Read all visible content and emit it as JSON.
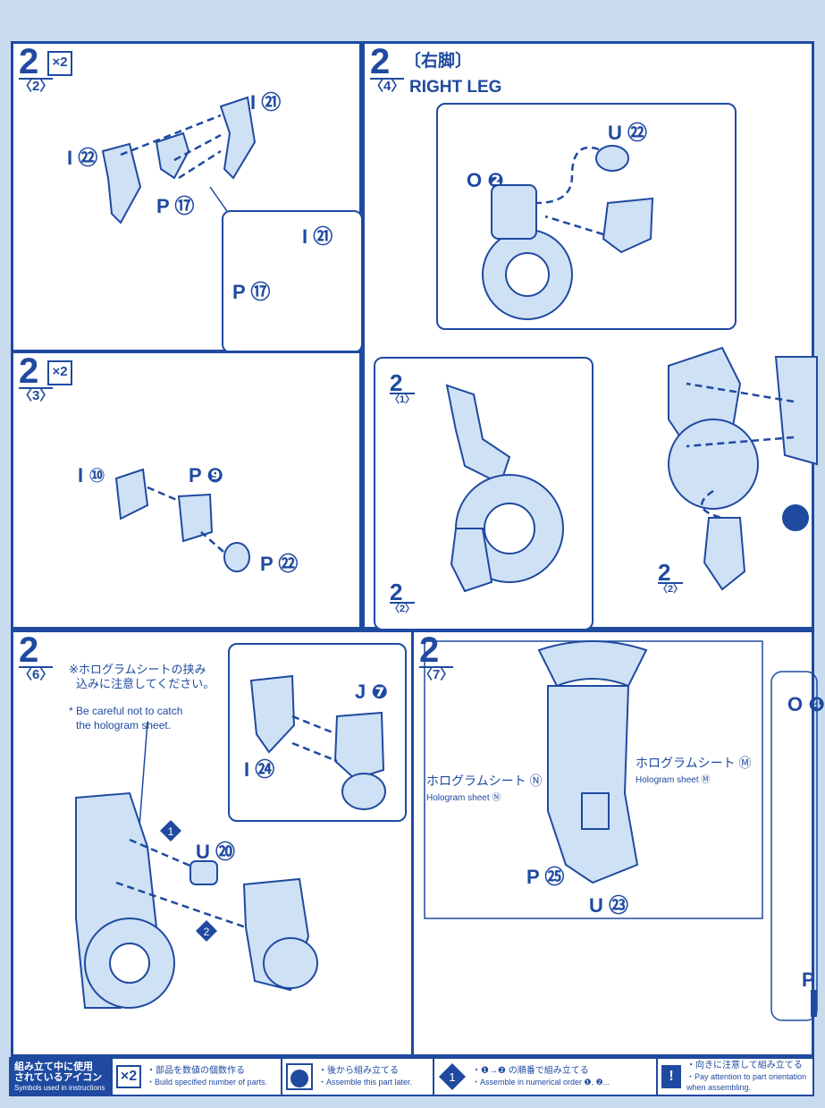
{
  "panel_2_2": {
    "step": "2",
    "sub": "〈2〉",
    "count": "×2",
    "l_i21": "I ㉑",
    "l_i22": "I ㉒",
    "l_p17": "P ⑰",
    "inset_i21": "I ㉑",
    "inset_p17": "P ⑰"
  },
  "panel_2_4": {
    "step": "2",
    "sub": "〈4〉",
    "title_jp": "〔右脚〕",
    "title_en": "RIGHT LEG",
    "l_u22": "U ㉒",
    "l_o2": "O ❷",
    "ref1_step": "2",
    "ref1_sub": "〈1〉",
    "ref2_step": "2",
    "ref2_sub": "〈2〉",
    "ref3_step": "2",
    "ref3_sub": "〈2〉"
  },
  "panel_2_3": {
    "step": "2",
    "sub": "〈3〉",
    "count": "×2",
    "l_i10": "I ⑩",
    "l_p9": "P ❾",
    "l_p22": "P ㉒"
  },
  "panel_2_6": {
    "step": "2",
    "sub": "〈6〉",
    "note_jp1": "※ホログラムシートの挟み",
    "note_jp2": "込みに注意してください。",
    "note_en1": "* Be careful not to catch",
    "note_en2": "the hologram sheet.",
    "l_j7": "J ❼",
    "l_i24": "I ㉔",
    "l_u20": "U ⑳",
    "seq1": "1",
    "seq2": "2"
  },
  "panel_2_7": {
    "step": "2",
    "sub": "〈7〉",
    "holo_n_jp": "ホログラムシート Ⓝ",
    "holo_n_en": "Hologram sheet Ⓝ",
    "holo_m_jp": "ホログラムシート Ⓜ",
    "holo_m_en": "Hologram sheet Ⓜ",
    "l_p25": "P ㉕",
    "l_u23": "U ㉓",
    "l_o4": "O ❹",
    "l_p": "P"
  },
  "legend": {
    "head1": "組み立て中に使用",
    "head2": "されているアイコン",
    "head3": "Symbols used in instructions",
    "x2": "×2",
    "x2_jp": "・部品を数値の個数作る",
    "x2_en": "・Build specified number of parts.",
    "later_jp": "・後から組み立てる",
    "later_en": "・Assemble this part later.",
    "seq_badge": "1",
    "seq_jp": "・❶→❷ の順番で組み立てる",
    "seq_en": "・Assemble in numerical order ❶, ❷...",
    "warn_badge": "!",
    "warn_jp": "・向きに注意して組み立てる",
    "warn_en1": "・Pay attention to part orientation",
    "warn_en2": "when assembling."
  },
  "colors": {
    "ink": "#1f4aa0",
    "part_fill": "#cfe1f5",
    "page_bg": "#c9dcef"
  }
}
